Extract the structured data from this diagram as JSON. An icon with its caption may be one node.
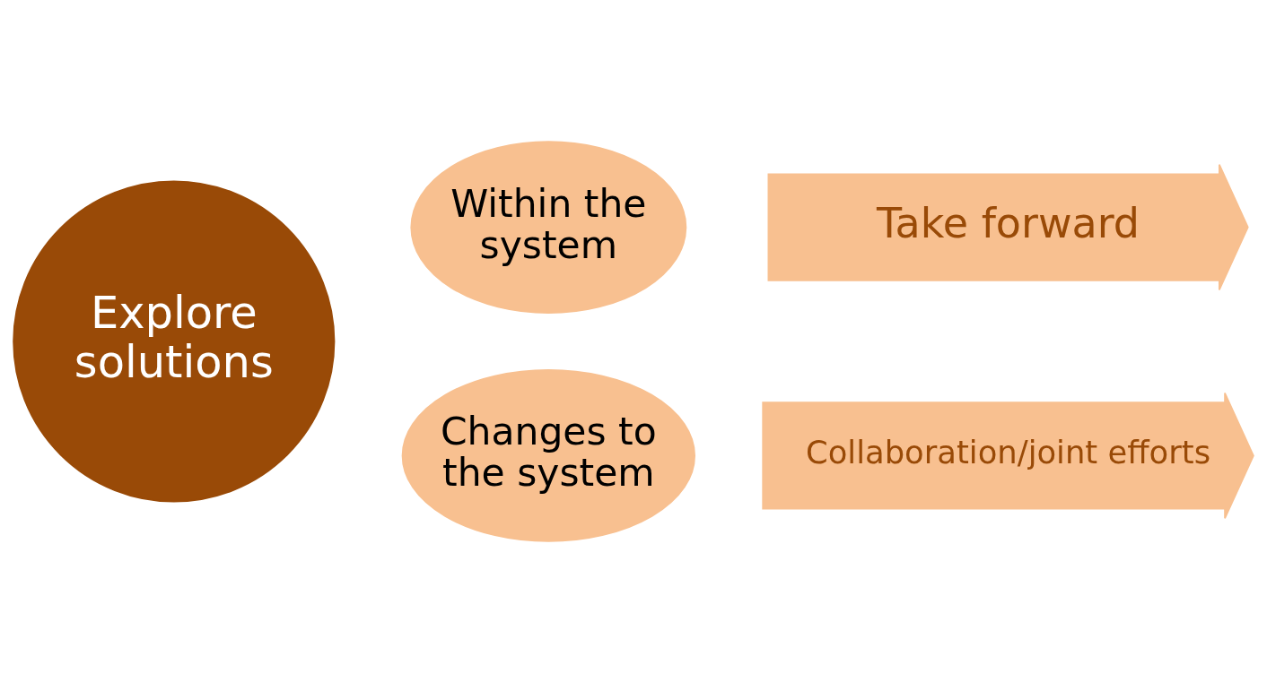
{
  "diagram": {
    "nodes": [
      {
        "text": [
          "Explore solutions"
        ]
      },
      {
        "text": [
          "Within the system"
        ]
      },
      {
        "text": [
          "Changes to the system"
        ]
      },
      {
        "text": [
          "Take forward"
        ]
      },
      {
        "text": [
          "Collaboration/joint efforts"
        ]
      }
    ]
  }
}
